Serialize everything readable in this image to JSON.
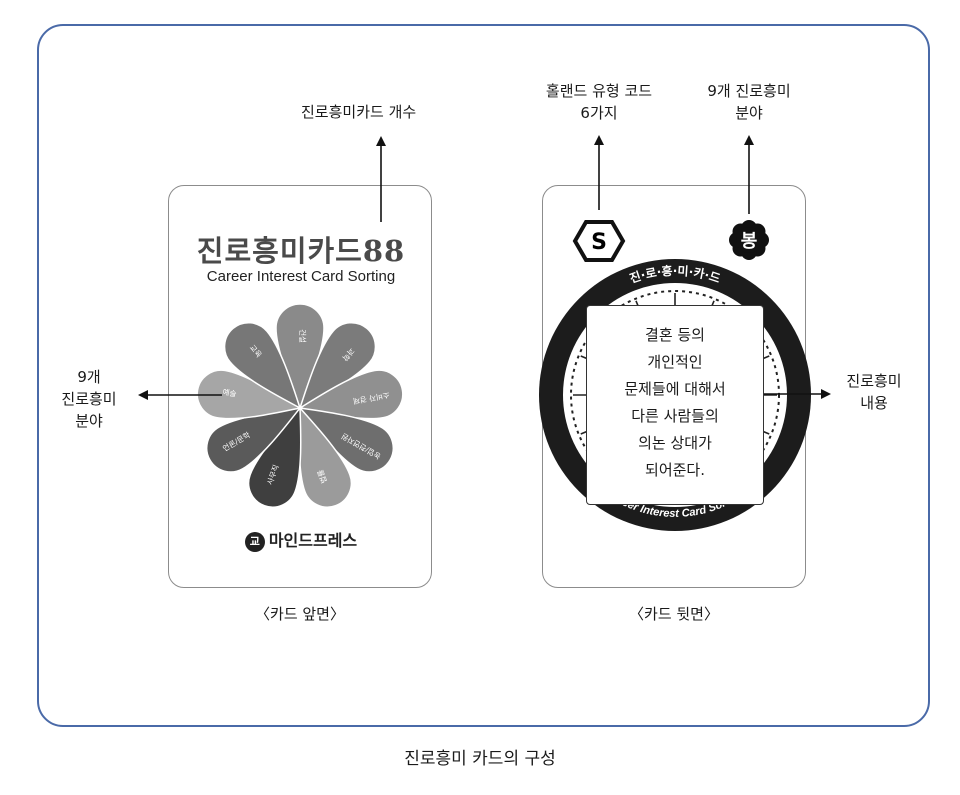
{
  "caption": "진로흥미 카드의 구성",
  "front": {
    "title": "진로흥미카드88",
    "subtitle": "Career Interest Card Sorting",
    "publisher": "마인드프레스",
    "publisher_logo": "교",
    "petals": [
      "건설",
      "과학",
      "소비자 경제",
      "농업/천연자원",
      "법률",
      "사무직",
      "언론/문학",
      "예술",
      "교육"
    ],
    "caption": "〈카드 앞면〉",
    "top_callout": "진로흥미카드 개수",
    "left_callout": [
      "9개",
      "진로흥미",
      "분야"
    ]
  },
  "back": {
    "hex_letter": "S",
    "flower_letter": "봉",
    "ring_top": "진·로·흥·미·카·드",
    "ring_bottom": "Career Interest Card Sorting",
    "message_lines": [
      "결혼 등의",
      "개인적인",
      "문제들에 대해서",
      "다른 사람들의",
      "의논 상대가",
      "되어준다."
    ],
    "caption": "〈카드 뒷면〉",
    "callout_code": [
      "홀랜드 유형 코드",
      "6가지"
    ],
    "callout_field": [
      "9개 진로흥미",
      "분야"
    ],
    "callout_content": [
      "진로흥미",
      "내용"
    ]
  },
  "colors": {
    "frame_border": "#4a6aa8",
    "petal_shades": [
      "#8a8a8a",
      "#7b7b7b",
      "#909090",
      "#6e6e6e",
      "#9b9b9b",
      "#3f3f3f",
      "#5a5a5a",
      "#a6a6a6",
      "#777777"
    ]
  }
}
